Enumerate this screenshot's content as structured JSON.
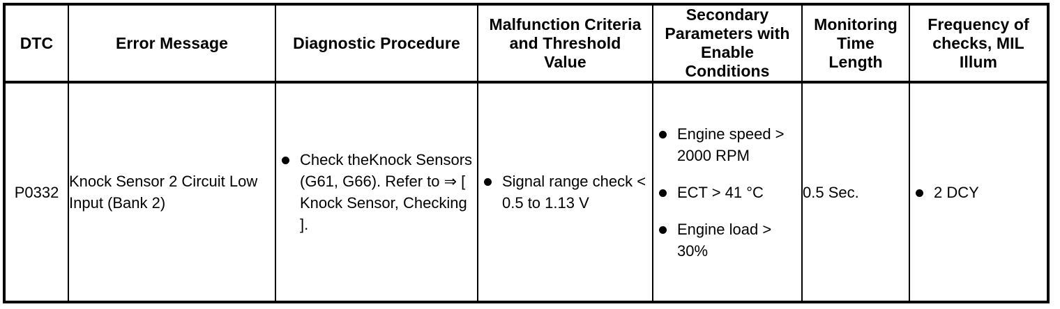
{
  "table": {
    "columns": [
      {
        "key": "dtc",
        "label": "DTC"
      },
      {
        "key": "error",
        "label": "Error Message"
      },
      {
        "key": "diagnostic",
        "label": "Diagnostic Procedure"
      },
      {
        "key": "malfunction",
        "label": "Malfunction Criteria and Threshold Value"
      },
      {
        "key": "secondary",
        "label": "Secondary Parameters with Enable Conditions"
      },
      {
        "key": "monitoring",
        "label": "Monitoring Time Length"
      },
      {
        "key": "frequency",
        "label": "Frequency of checks, MIL Illum"
      }
    ],
    "header_lines": {
      "dtc": [
        "DTC"
      ],
      "error": [
        "Error Message"
      ],
      "diagnostic": [
        "Diagnostic Procedure"
      ],
      "malfunction": [
        "Malfunction Criteria",
        "and Threshold",
        "Value"
      ],
      "secondary": [
        "Secondary",
        "Parameters with",
        "Enable",
        "Conditions"
      ],
      "monitoring": [
        "Monitoring",
        "Time",
        "Length"
      ],
      "frequency": [
        "Frequency of",
        "checks, MIL",
        "Illum"
      ]
    },
    "rows": [
      {
        "dtc": "P0332",
        "error": "Knock Sensor 2 Circuit Low Input (Bank 2)",
        "diagnostic_bullets": [
          "Check theKnock Sensors (G61, G66). Refer to ⇒ [ Knock Sensor, Checking ]."
        ],
        "malfunction_bullets": [
          "Signal range check < 0.5 to 1.13 V"
        ],
        "secondary_bullets": [
          "Engine speed > 2000 RPM",
          "ECT > 41 °C",
          "Engine load > 30%"
        ],
        "monitoring": "0.5 Sec.",
        "frequency_bullets": [
          "2 DCY"
        ]
      }
    ]
  },
  "style": {
    "border_color": "#000000",
    "text_color": "#000000",
    "background": "#ffffff"
  }
}
